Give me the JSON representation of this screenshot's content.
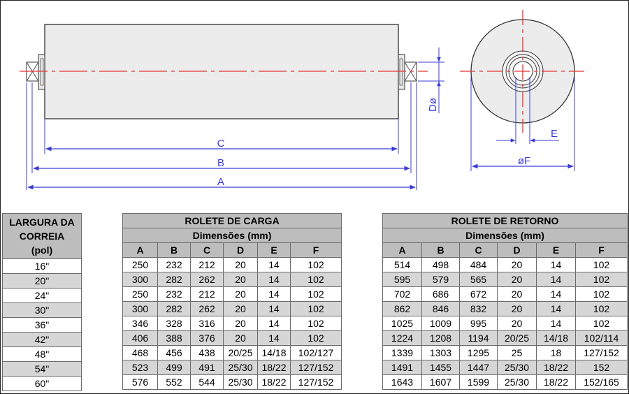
{
  "dimension_labels": {
    "a": "A",
    "b": "B",
    "c": "C",
    "d": "Dø",
    "e": "E",
    "f": "øF"
  },
  "belt_table": {
    "header_lines": [
      "LARGURA DA",
      "CORREIA",
      "(pol)"
    ],
    "rows": [
      "16\"",
      "20\"",
      "24\"",
      "30\"",
      "36\"",
      "42\"",
      "48\"",
      "54\"",
      "60\""
    ]
  },
  "carga": {
    "title": "ROLETE DE CARGA",
    "subtitle": "Dimensões (mm)",
    "columns": [
      "A",
      "B",
      "C",
      "D",
      "E",
      "F"
    ],
    "rows": [
      [
        "250",
        "232",
        "212",
        "20",
        "14",
        "102"
      ],
      [
        "300",
        "282",
        "262",
        "20",
        "14",
        "102"
      ],
      [
        "250",
        "232",
        "212",
        "20",
        "14",
        "102"
      ],
      [
        "300",
        "282",
        "262",
        "20",
        "14",
        "102"
      ],
      [
        "346",
        "328",
        "316",
        "20",
        "14",
        "102"
      ],
      [
        "406",
        "388",
        "376",
        "20",
        "14",
        "102"
      ],
      [
        "468",
        "456",
        "438",
        "20/25",
        "14/18",
        "102/127"
      ],
      [
        "523",
        "499",
        "491",
        "25/30",
        "18/22",
        "127/152"
      ],
      [
        "576",
        "552",
        "544",
        "25/30",
        "18/22",
        "127/152"
      ]
    ]
  },
  "retorno": {
    "title": "ROLETE DE RETORNO",
    "subtitle": "Dimensões (mm)",
    "columns": [
      "A",
      "B",
      "C",
      "D",
      "E",
      "F"
    ],
    "rows": [
      [
        "514",
        "498",
        "484",
        "20",
        "14",
        "102"
      ],
      [
        "595",
        "579",
        "565",
        "20",
        "14",
        "102"
      ],
      [
        "702",
        "686",
        "672",
        "20",
        "14",
        "102"
      ],
      [
        "862",
        "846",
        "832",
        "20",
        "14",
        "102"
      ],
      [
        "1025",
        "1009",
        "995",
        "20",
        "14",
        "102"
      ],
      [
        "1224",
        "1208",
        "1194",
        "20/25",
        "14/18",
        "102/114"
      ],
      [
        "1339",
        "1303",
        "1295",
        "25",
        "18",
        "127/152"
      ],
      [
        "1491",
        "1455",
        "1447",
        "25/30",
        "18/22",
        "152"
      ],
      [
        "1643",
        "1607",
        "1599",
        "25/30",
        "18/22",
        "152/165"
      ]
    ]
  },
  "colors": {
    "dimension": "#3b3bd6",
    "centerline": "#e63232",
    "outline": "#333333",
    "roller_fill": "#ececec"
  }
}
